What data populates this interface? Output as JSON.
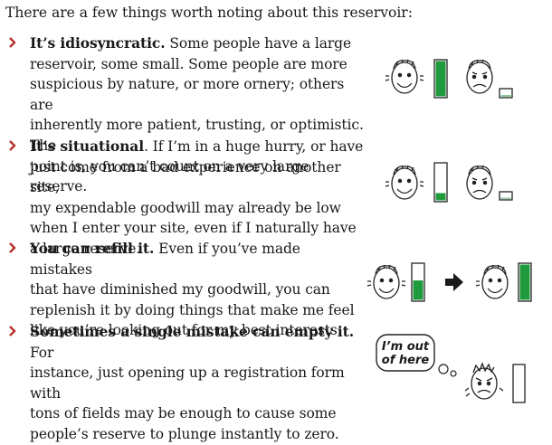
{
  "intro": "There are a few things worth noting about this reservoir:",
  "items": [
    {
      "title": "It’s idiosyncratic.",
      "lines": [
        " Some people have a large",
        "reservoir, some small. Some people are more",
        "suspicious by nature, or more ornery; others are",
        "inherently more patient, trusting, or optimistic. The",
        "point is, you can’t count on a very large reserve."
      ]
    },
    {
      "title": "It’s situational",
      "lines": [
        ". If I’m in a huge hurry, or have",
        "just come from a bad experience on another site,",
        "my expendable goodwill may already be low",
        "when I enter your site, even if I naturally have",
        "a large reserve."
      ]
    },
    {
      "title": "You can refill it.",
      "lines": [
        " Even if you’ve made mistakes",
        "that have diminished my goodwill, you can",
        "replenish it by doing things that make me feel",
        "like you’re looking out for my best interests."
      ]
    },
    {
      "title": "Sometimes a single mistake can empty it.",
      "lines": [
        " For",
        "instance, just opening up a registration form with",
        "tons of fields may be enough to cause some",
        "people’s reserve to plunge instantly to zero."
      ]
    }
  ],
  "bubble": {
    "line1": "I’m out",
    "line2": "of here"
  },
  "colors": {
    "text": "#1a1a1a",
    "chevron": "#b5302a",
    "gauge_fill": "#1f9a3c",
    "outline": "#222222"
  },
  "gauges": [
    {
      "name": "item1-face-happy",
      "level": 1.0
    },
    {
      "name": "item1-face-worried",
      "level": 0.15
    },
    {
      "name": "item2-face-happy",
      "level": 0.2
    },
    {
      "name": "item2-face-worried",
      "level": 0.12
    },
    {
      "name": "item3-before",
      "level": 0.55
    },
    {
      "name": "item3-after",
      "level": 1.0
    },
    {
      "name": "item4-angry",
      "level": 0.0
    }
  ]
}
